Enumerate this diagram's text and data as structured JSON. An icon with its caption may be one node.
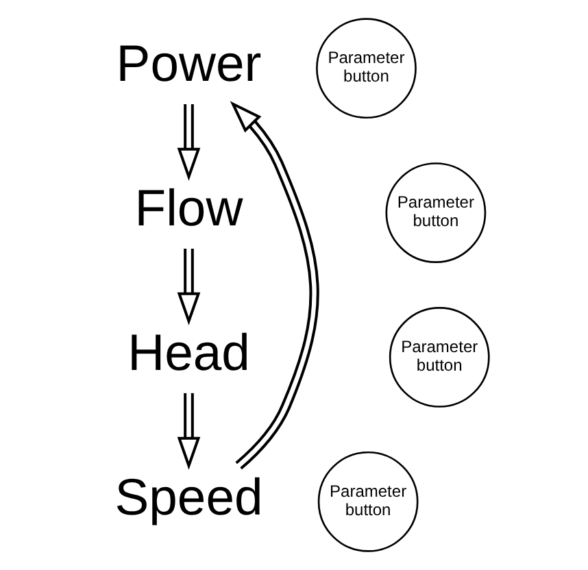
{
  "diagram": {
    "nodes": [
      {
        "text": [
          "Power"
        ]
      },
      {
        "text": [
          "Parameter button"
        ]
      },
      {
        "text": [
          "Flow"
        ]
      },
      {
        "text": [
          "Parameter button"
        ]
      },
      {
        "text": [
          "Parameter button"
        ]
      },
      {
        "text": [
          "Head"
        ]
      },
      {
        "text": [
          "Speed"
        ]
      },
      {
        "text": [
          "Parameter button"
        ]
      }
    ],
    "edges": [
      {
        "from": 0,
        "to": 2,
        "arrow": "to"
      },
      {
        "from": 2,
        "to": 5,
        "arrow": "to"
      },
      {
        "from": 5,
        "to": 6,
        "arrow": "to"
      },
      {
        "from": 6,
        "to": 0,
        "arrow": "to"
      }
    ]
  }
}
